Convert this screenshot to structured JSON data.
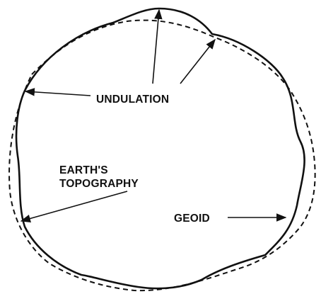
{
  "diagram": {
    "labels": {
      "undulation": "UNDULATION",
      "earths_topography_line1": "EARTH'S",
      "earths_topography_line2": "TOPOGRAPHY",
      "geoid": "GEOID"
    },
    "legend": {
      "solid_outline": "",
      "dashed_outline": ""
    },
    "colors": {
      "ink": "#111111",
      "background": "#ffffff"
    }
  }
}
